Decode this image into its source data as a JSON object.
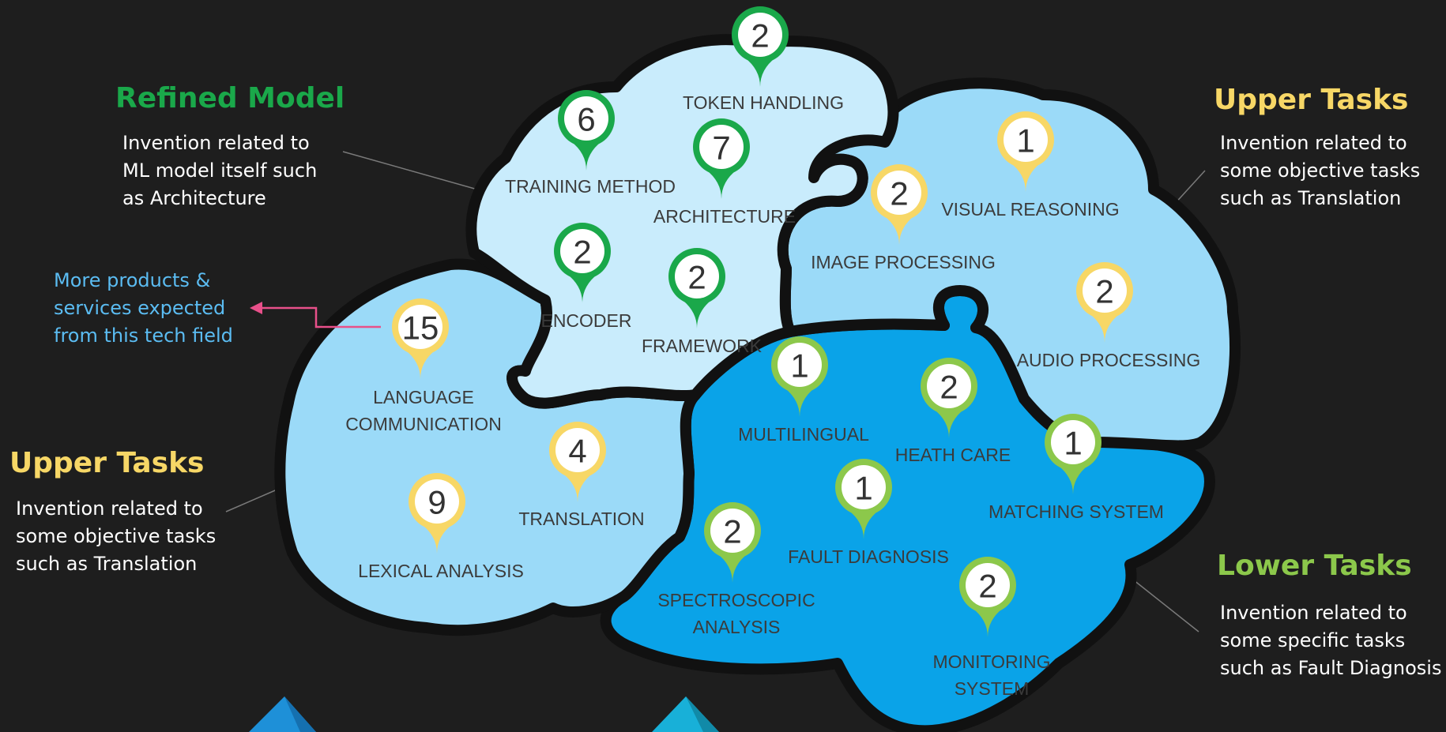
{
  "colors": {
    "background": "#1e1e1e",
    "refined_model": "#1aa84a",
    "upper_tasks": "#f7d766",
    "lower_tasks": "#8cc84b",
    "note": "#5bbcf2",
    "region_refined": "#c9ecfc",
    "region_upper": "#9bdaf8",
    "region_lower": "#0aa3e8",
    "outline": "#111111"
  },
  "captions": {
    "refined_model": {
      "title": "Refined Model",
      "body": "Invention related to\nML model itself such\nas  Architecture"
    },
    "upper_tasks_right": {
      "title": "Upper Tasks",
      "body": "Invention related to\nsome objective tasks\nsuch as Translation"
    },
    "upper_tasks_left": {
      "title": "Upper Tasks",
      "body": "Invention related to\nsome objective tasks\nsuch as Translation"
    },
    "lower_tasks": {
      "title": "Lower Tasks",
      "body": "Invention related to\nsome specific tasks\nsuch as Fault Diagnosis"
    },
    "note": "More products &\nservices expected\nfrom this tech field"
  },
  "pins": [
    {
      "id": "token-handling",
      "count": "2",
      "label": [
        "TOKEN HANDLING"
      ],
      "group": "refined_model"
    },
    {
      "id": "training-method",
      "count": "6",
      "label": [
        "TRAINING METHOD"
      ],
      "group": "refined_model"
    },
    {
      "id": "architecture",
      "count": "7",
      "label": [
        "ARCHITECTURE"
      ],
      "group": "refined_model"
    },
    {
      "id": "encoder",
      "count": "2",
      "label": [
        "ENCODER"
      ],
      "group": "refined_model"
    },
    {
      "id": "framework",
      "count": "2",
      "label": [
        "FRAMEWORK"
      ],
      "group": "refined_model"
    },
    {
      "id": "visual-reasoning",
      "count": "1",
      "label": [
        "VISUAL REASONING"
      ],
      "group": "upper_tasks"
    },
    {
      "id": "image-processing",
      "count": "2",
      "label": [
        "IMAGE PROCESSING"
      ],
      "group": "upper_tasks"
    },
    {
      "id": "audio-processing",
      "count": "2",
      "label": [
        "AUDIO PROCESSING"
      ],
      "group": "upper_tasks"
    },
    {
      "id": "language-communication",
      "count": "15",
      "label": [
        "LANGUAGE",
        "COMMUNICATION"
      ],
      "group": "upper_tasks"
    },
    {
      "id": "translation",
      "count": "4",
      "label": [
        "TRANSLATION"
      ],
      "group": "upper_tasks"
    },
    {
      "id": "lexical-analysis",
      "count": "9",
      "label": [
        "LEXICAL ANALYSIS"
      ],
      "group": "upper_tasks"
    },
    {
      "id": "multilingual",
      "count": "1",
      "label": [
        "MULTILINGUAL"
      ],
      "group": "lower_tasks"
    },
    {
      "id": "heath-care",
      "count": "2",
      "label": [
        "HEATH CARE"
      ],
      "group": "lower_tasks"
    },
    {
      "id": "matching-system",
      "count": "1",
      "label": [
        "MATCHING SYSTEM"
      ],
      "group": "lower_tasks"
    },
    {
      "id": "fault-diagnosis",
      "count": "1",
      "label": [
        "FAULT DIAGNOSIS"
      ],
      "group": "lower_tasks"
    },
    {
      "id": "spectroscopic-analysis",
      "count": "2",
      "label": [
        "SPECTROSCOPIC",
        "ANALYSIS"
      ],
      "group": "lower_tasks"
    },
    {
      "id": "monitoring-system",
      "count": "2",
      "label": [
        "MONITORING",
        "SYSTEM"
      ],
      "group": "lower_tasks"
    }
  ]
}
